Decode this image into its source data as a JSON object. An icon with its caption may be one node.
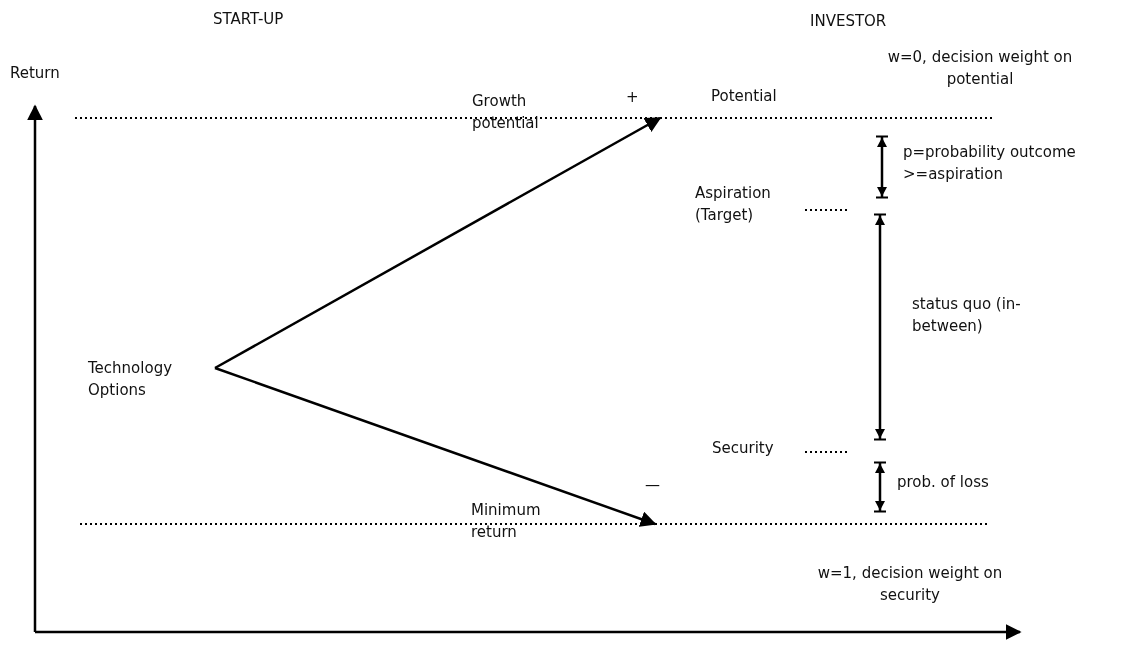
{
  "diagram": {
    "nodes": [
      {
        "text": [
          "Technology Options"
        ]
      },
      {
        "text": [],
        "shape": "line"
      },
      {
        "text": [],
        "shape": "line"
      }
    ],
    "edges": [
      {
        "from": 0,
        "to": 1,
        "arrow": "to"
      },
      {
        "from": 0,
        "to": 2,
        "arrow": "to"
      }
    ],
    "labels": [
      "START-UP",
      "INVESTOR",
      "Return",
      "w=0, decision weight on potential",
      "Growth potential",
      "+",
      "Potential",
      "p=probability outcome >=aspiration",
      "Aspiration (Target)",
      "status quo (in-between)",
      "Security",
      "—",
      "prob. of loss",
      "Minimum return",
      "w=1, decision weight on security"
    ]
  }
}
